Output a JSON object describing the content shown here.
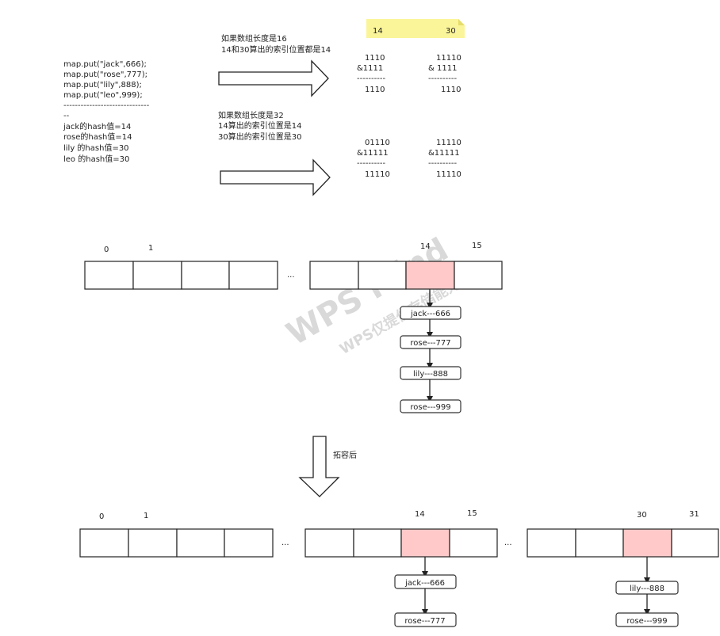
{
  "code_block": {
    "lines": [
      "map.put(\"jack\",666);",
      "map.put(\"rose\",777);",
      "map.put(\"lily\",888);",
      "map.put(\"leo\",999);",
      "------------------------------",
      "--",
      "jack的hash值=14",
      "rose的hash值=14",
      "lily   的hash值=30",
      "leo   的hash值=30"
    ]
  },
  "case16": {
    "note": [
      "如果数组长度是16",
      "14和30算出的索引位置都是14"
    ],
    "sticky": {
      "left": "14",
      "right": "30",
      "color": "#fbf59a"
    },
    "calc_left": [
      "1110",
      "&1111",
      "----------",
      "1110"
    ],
    "calc_right": [
      "11110",
      "&  1111",
      "----------",
      "1110"
    ]
  },
  "case32": {
    "note": [
      "如果数组长度是32",
      "14算出的索引位置是14",
      "30算出的索引位置是30"
    ],
    "calc_left": [
      "01110",
      "&11111",
      "----------",
      "11110"
    ],
    "calc_right": [
      "11110",
      "&11111",
      "----------",
      "11110"
    ]
  },
  "before": {
    "index_labels": [
      "0",
      "1",
      "14",
      "15"
    ],
    "ellipsis": "...",
    "chain": [
      "jack---666",
      "rose---777",
      "lily---888",
      "rose---999"
    ]
  },
  "resize_label": "拓容后",
  "after": {
    "index_labels": [
      "0",
      "1",
      "14",
      "15",
      "30",
      "31"
    ],
    "ellipsis": [
      "...",
      "..."
    ],
    "chain14": [
      "jack---666",
      "rose---777"
    ],
    "chain30": [
      "lily---888",
      "rose---999"
    ]
  },
  "watermark": {
    "main": "WPS Mind",
    "sub": "WPS仅提供存储能力"
  },
  "colors": {
    "highlight": "#ffc9c9",
    "sticky": "#fbf59a",
    "stroke": "#222222"
  }
}
